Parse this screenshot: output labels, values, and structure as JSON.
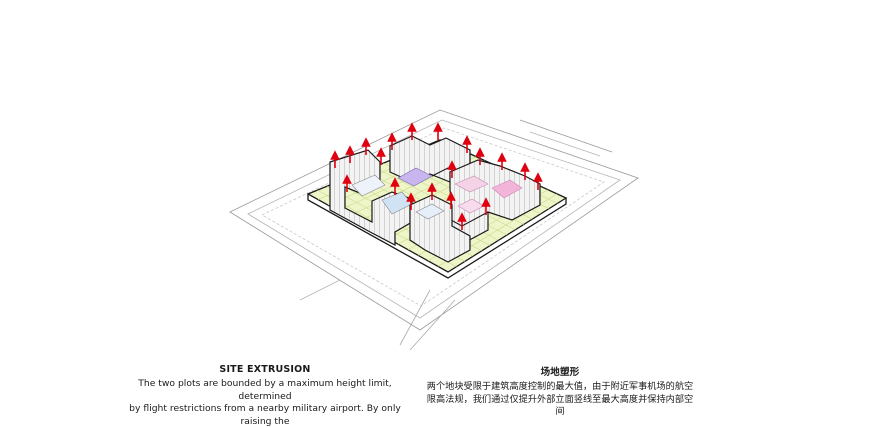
{
  "captions": {
    "en": {
      "title": "SITE EXTRUSION",
      "body": "The two plots are bounded by a maximum height limit, determined\nby flight restrictions from a nearby military airport. By only raising the"
    },
    "zh": {
      "title": "场地塑形",
      "body": "两个地块受限于建筑高度控制的最大值，由于附近军事机场的航空\n限高法规，我们通过仅提升外部立面竖线至最大高度并保持内部空间"
    }
  },
  "colors": {
    "grid_fill": "#eef5c8",
    "grid_line": "#c9db8c",
    "wall": "#f2f2f2",
    "wall_line": "#c8c8c8",
    "arrow": "#e0000f",
    "lavender": "#c9b6ef",
    "light_blue": "#cfe3f4",
    "pink": "#f2b5d9"
  }
}
